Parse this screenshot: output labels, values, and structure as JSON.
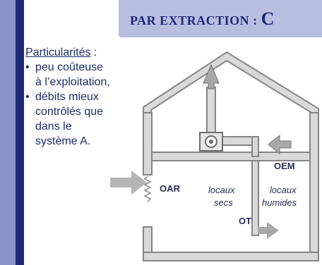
{
  "header": {
    "title_main": "PAR EXTRACTION : ",
    "title_tail": "C"
  },
  "features": {
    "heading": "Particularités",
    "colon": " :",
    "items": [
      {
        "bullet": "•",
        "line1": "peu coûteuse",
        "line2": "à l’exploitation,"
      },
      {
        "bullet": "•",
        "line1": "débits mieux",
        "line2": "contrôlés que",
        "line3": "dans le",
        "line4": "système A."
      }
    ]
  },
  "diagram": {
    "labels": {
      "oar": "OAR",
      "oem": "OEM",
      "ot": "OT",
      "dry_rooms_1": "locaux",
      "dry_rooms_2": "secs",
      "wet_rooms_1": "locaux",
      "wet_rooms_2": "humides"
    },
    "colors": {
      "wall": "#858585",
      "fan_box": "#e6e6e6",
      "arrow": "#a8a8a8",
      "accent_band": "#8a93c8",
      "rule": "#1e2a78"
    }
  }
}
